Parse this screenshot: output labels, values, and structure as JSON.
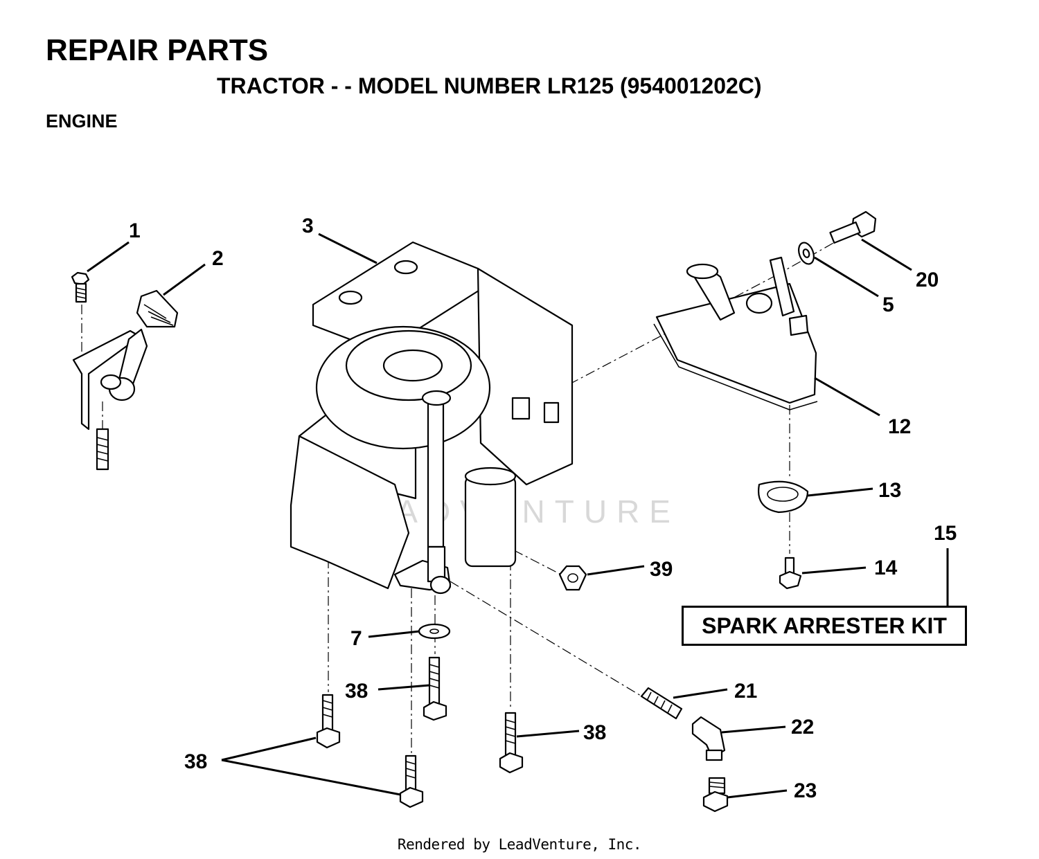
{
  "header": {
    "title": "REPAIR PARTS",
    "subtitle": "TRACTOR - - MODEL NUMBER LR125 (954001202C)",
    "section": "ENGINE"
  },
  "callouts": {
    "c1": "1",
    "c2": "2",
    "c3": "3",
    "c20": "20",
    "c5": "5",
    "c12": "12",
    "c13": "13",
    "c15": "15",
    "c14": "14",
    "c39": "39",
    "c7": "7",
    "c38a": "38",
    "c38b": "38",
    "c38c": "38",
    "c21": "21",
    "c22": "22",
    "c23": "23"
  },
  "kit_label": "SPARK ARRESTER KIT",
  "watermark": "LEADVENTURE",
  "footer": "Rendered by LeadVenture, Inc."
}
